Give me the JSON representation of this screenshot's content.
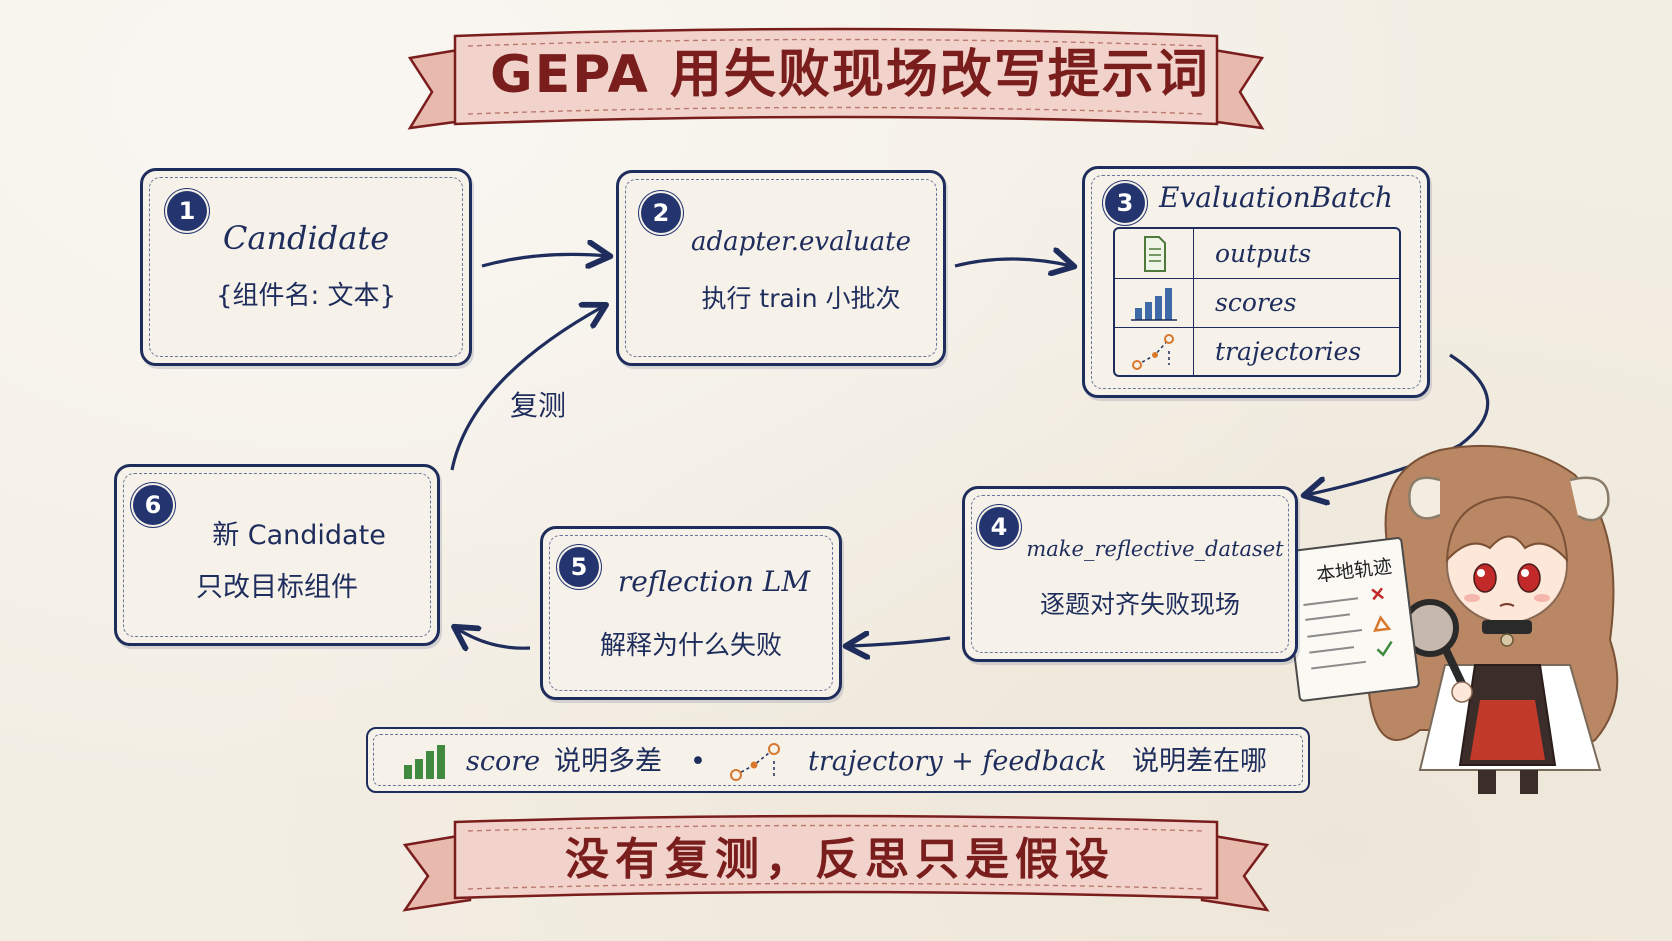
{
  "title": "GEPA 用失败现场改写提示词",
  "footer": "没有复测，反思只是假设",
  "steps": [
    {
      "num": "1",
      "line1": "Candidate",
      "line2": "{组件名: 文本}"
    },
    {
      "num": "2",
      "line1": "adapter.evaluate",
      "line2": "执行 train 小批次"
    },
    {
      "num": "3",
      "title": "EvaluationBatch",
      "rows": [
        {
          "icon": "document-icon",
          "label": "outputs"
        },
        {
          "icon": "bar-chart-icon",
          "label": "scores"
        },
        {
          "icon": "trajectory-icon",
          "label": "trajectories"
        }
      ]
    },
    {
      "num": "4",
      "line1": "make_reflective_dataset",
      "line2": "逐题对齐失败现场"
    },
    {
      "num": "5",
      "line1": "reflection LM",
      "line2": "解释为什么失败"
    },
    {
      "num": "6",
      "line1": "新 Candidate",
      "line2": "只改目标组件"
    }
  ],
  "loop_label": "复测",
  "legend": {
    "score_label": "score",
    "score_desc": "说明多差",
    "separator": "•",
    "trajectory_label": "trajectory + feedback",
    "trajectory_desc": "说明差在哪"
  },
  "clipboard": {
    "title": "本地轨迹"
  },
  "colors": {
    "navy": "#1f2d5c",
    "banner_red": "#7a1d1d",
    "banner_fill": "#f1d3cb",
    "green": "#3f8a3f",
    "orange": "#d7782c"
  }
}
